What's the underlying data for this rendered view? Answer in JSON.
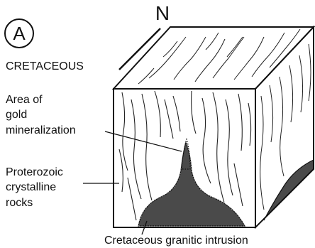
{
  "panel_letter": "A",
  "north_label": "N",
  "period_label": "CRETACEOUS",
  "labels": {
    "gold_line1": "Area of",
    "gold_line2": "gold",
    "gold_line3": "mineralization",
    "proterozoic_line1": "Proterozoic",
    "proterozoic_line2": "crystalline",
    "proterozoic_line3": "rocks",
    "intrusion": "Cretaceous granitic intrusion"
  },
  "colors": {
    "ink": "#111111",
    "background": "#ffffff"
  }
}
